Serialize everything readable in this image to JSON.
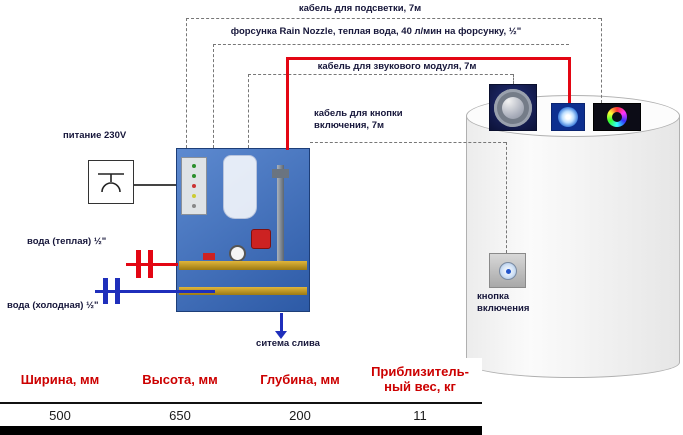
{
  "diagram": {
    "labels": {
      "backlight": "кабель для подсветки, 7м",
      "nozzle": "форсунка Rain Nozzle, теплая вода, 40 л/мин на форсунку, ½\"",
      "sound": "кабель для звукового модуля, 7м",
      "button_cable": "кабель для кнопки\nвключения, 7м",
      "power": "питание 230V",
      "warm": "вода (теплая) ½\"",
      "cold": "вода (холодная) ½\"",
      "drain": "ситема слива",
      "power_button": "кнопка\nвключения"
    }
  },
  "table": {
    "headers": [
      "Ширина, мм",
      "Высота, мм",
      "Глубина, мм",
      "Приблизитель-\nный вес, кг"
    ],
    "values": [
      "500",
      "650",
      "200",
      "11"
    ]
  },
  "colors": {
    "accent_red": "#cc0000",
    "pipe_warm_red": "#e30613",
    "pipe_cold_blue": "#1f2fbb",
    "unit_blue": "#2d5aa6"
  }
}
